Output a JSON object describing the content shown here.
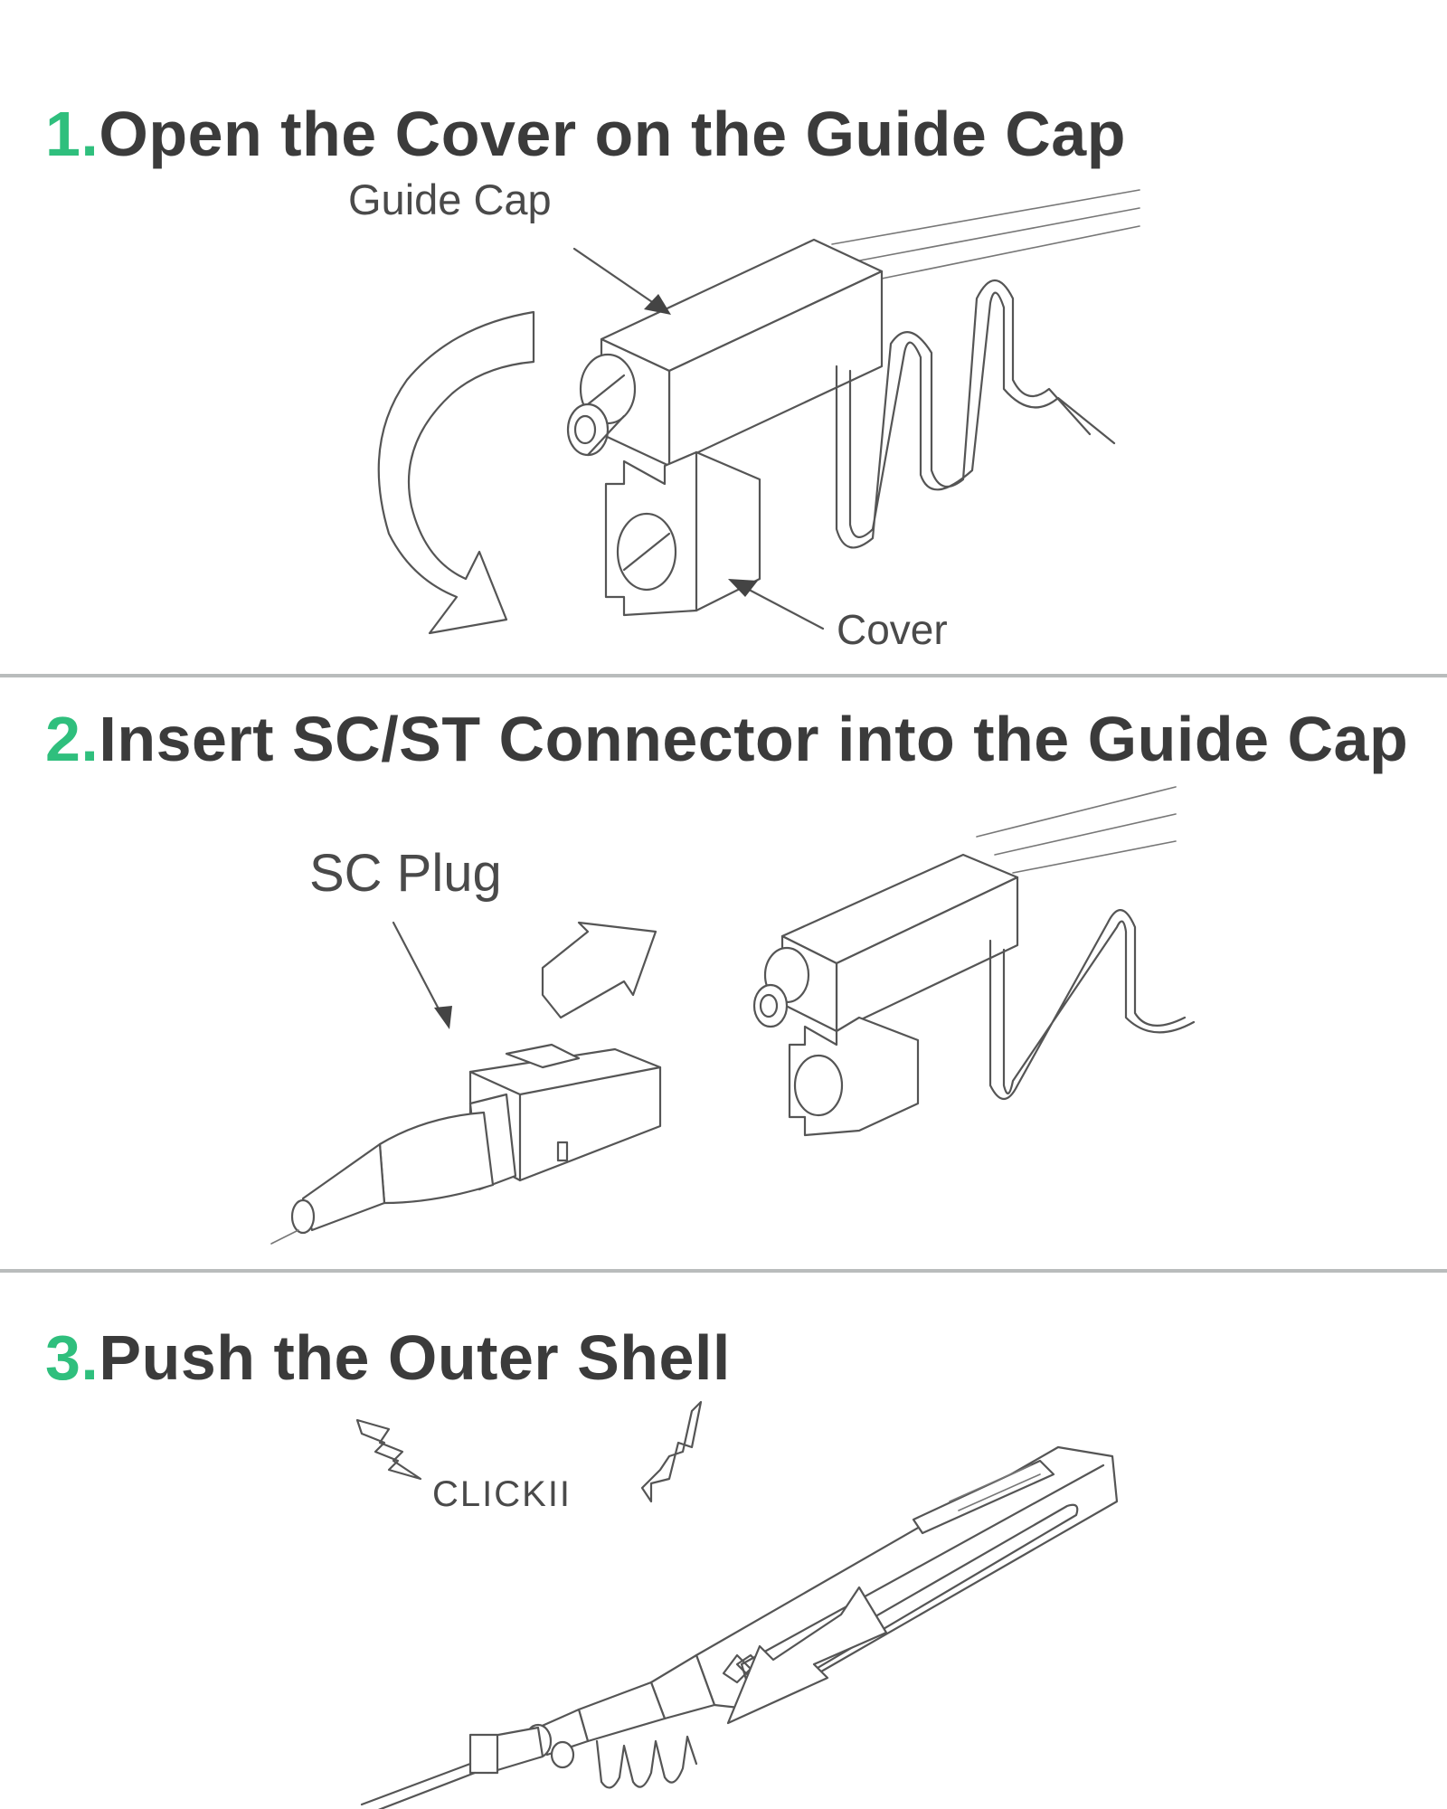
{
  "steps": [
    {
      "number": "1.",
      "title": "Open the Cover on the Guide Cap",
      "labels": {
        "guide_cap": "Guide Cap",
        "cover": "Cover"
      }
    },
    {
      "number": "2.",
      "title": "Insert SC/ST Connector into the Guide Cap",
      "labels": {
        "sc_plug": "SC Plug"
      }
    },
    {
      "number": "3.",
      "title": "Push the Outer Shell",
      "labels": {
        "click": "CLICKII"
      }
    }
  ],
  "colors": {
    "accent": "#2fbf7d",
    "text": "#3b3b3b",
    "divider": "#b9bcbc"
  }
}
